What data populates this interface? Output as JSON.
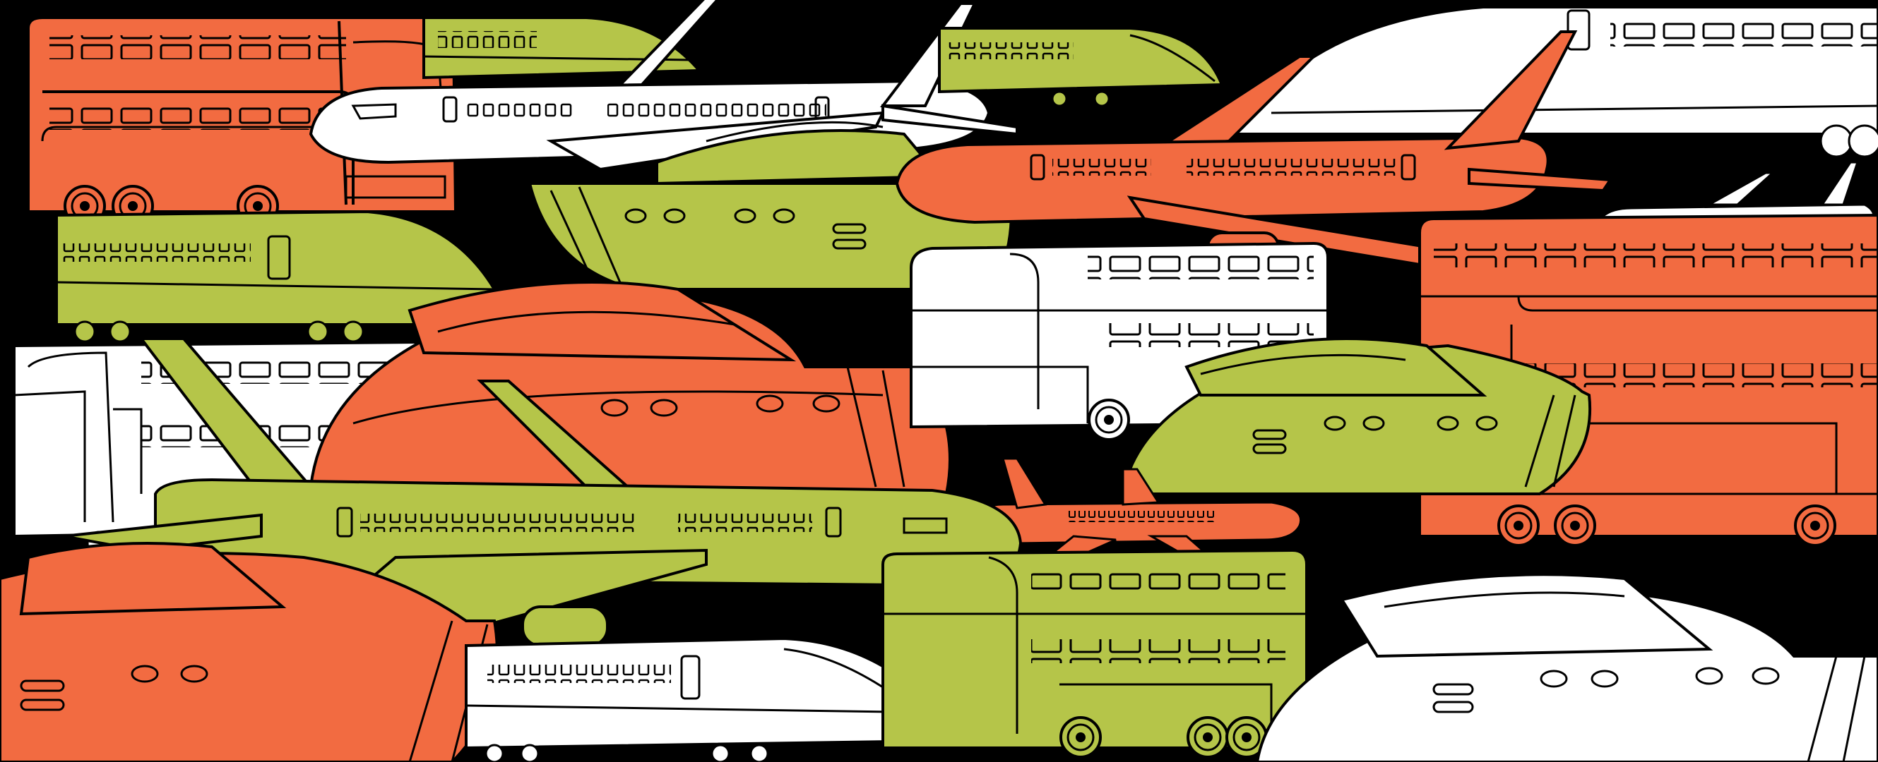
{
  "palette": {
    "background": "#000000",
    "orange": "#F26B41",
    "green": "#B5C549",
    "white": "#FFFFFF",
    "outline": "#000000"
  },
  "scene": {
    "style": "flat vector illustration collage of transport vehicles",
    "vehicles": [
      {
        "kind": "double-decker-bus",
        "color": "orange"
      },
      {
        "kind": "bullet-train",
        "color": "green"
      },
      {
        "kind": "airplane",
        "color": "white"
      },
      {
        "kind": "bullet-train",
        "color": "green"
      },
      {
        "kind": "bullet-train",
        "color": "white"
      },
      {
        "kind": "yacht",
        "color": "green"
      },
      {
        "kind": "airplane",
        "color": "orange"
      },
      {
        "kind": "airplane",
        "color": "white"
      },
      {
        "kind": "double-decker-bus",
        "color": "orange"
      },
      {
        "kind": "bullet-train",
        "color": "green"
      },
      {
        "kind": "coach-bus",
        "color": "white"
      },
      {
        "kind": "yacht",
        "color": "orange"
      },
      {
        "kind": "double-decker-bus",
        "color": "white"
      },
      {
        "kind": "yacht",
        "color": "green"
      },
      {
        "kind": "airplane",
        "color": "orange"
      },
      {
        "kind": "airplane",
        "color": "green"
      },
      {
        "kind": "yacht",
        "color": "orange"
      },
      {
        "kind": "bullet-train",
        "color": "white"
      },
      {
        "kind": "double-decker-bus",
        "color": "green"
      },
      {
        "kind": "yacht",
        "color": "white"
      }
    ]
  }
}
